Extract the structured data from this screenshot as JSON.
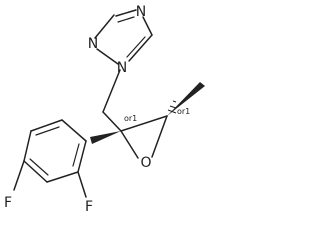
{
  "atoms": {
    "n_top": "N",
    "n_left": "N",
    "n_bottom": "N",
    "o_epoxide": "O",
    "f_left": "F",
    "f_right": "F"
  },
  "stereo_labels": {
    "left": "or1",
    "right": "or1"
  }
}
